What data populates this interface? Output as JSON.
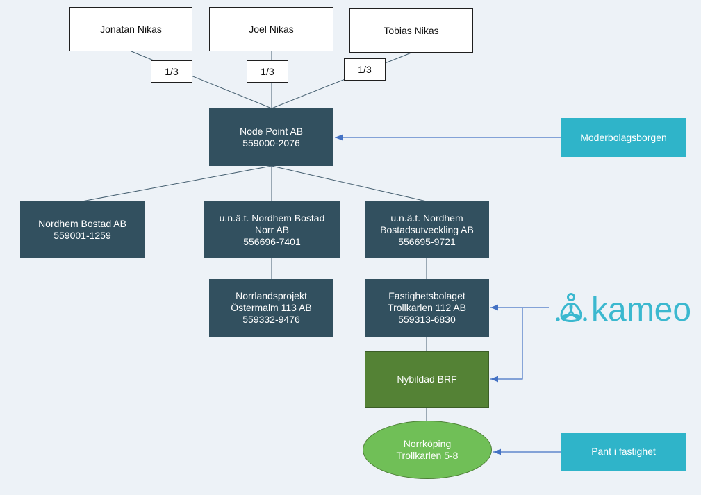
{
  "owners": [
    {
      "name": "Jonatan Nikas",
      "share": "1/3"
    },
    {
      "name": "Joel Nikas",
      "share": "1/3"
    },
    {
      "name": "Tobias Nikas",
      "share": "1/3"
    }
  ],
  "parent_company": {
    "name": "Node Point AB",
    "org_no": "559000-2076"
  },
  "parent_guarantee": {
    "label": "Moderbolagsborgen"
  },
  "subsidiaries": [
    {
      "name_lines": [
        "Nordhem Bostad AB"
      ],
      "org_no": "559001-1259"
    },
    {
      "name_lines": [
        "u.n.ä.t. Nordhem Bostad",
        "Norr AB"
      ],
      "org_no": "556696-7401"
    },
    {
      "name_lines": [
        "u.n.ä.t. Nordhem",
        "Bostadsutveckling AB"
      ],
      "org_no": "556695-9721"
    }
  ],
  "project_companies": [
    {
      "name_lines": [
        "Norrlandsprojekt",
        "Östermalm 113 AB"
      ],
      "org_no": "559332-9476"
    },
    {
      "name_lines": [
        "Fastighetsbolaget",
        "Trollkarlen 112 AB"
      ],
      "org_no": "559313-6830"
    }
  ],
  "brf": {
    "label": "Nybildad BRF"
  },
  "property": {
    "lines": [
      "Norrköping",
      "Trollkarlen 5-8"
    ]
  },
  "pledge": {
    "label": "Pant i fastighet"
  },
  "lender": {
    "logo_text": "kameo",
    "icon": "kameo-logo-icon"
  },
  "colors": {
    "background": "#EDF2F7",
    "entity_box": "#32505F",
    "teal_box": "#2FB4C9",
    "brf_box": "#548235",
    "brf_border": "#3C5E27",
    "property_fill": "#70BF57",
    "property_border": "#4D7F36",
    "connector": "#455F70",
    "arrow": "#4472C4",
    "kameo": "#3BB8CF"
  }
}
